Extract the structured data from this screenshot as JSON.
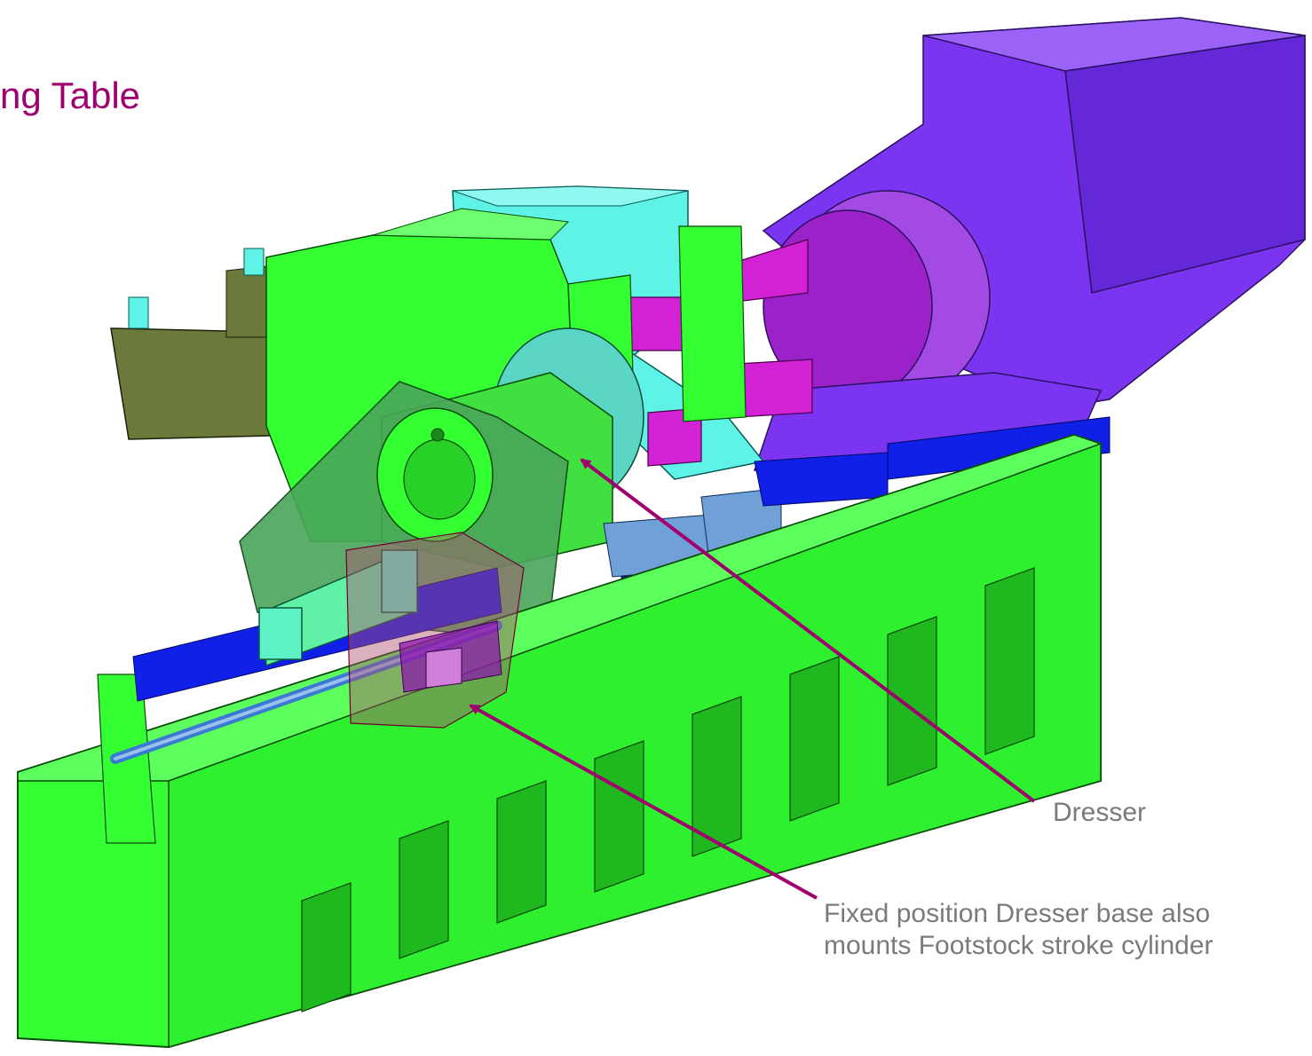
{
  "title": "ng Table",
  "labels": {
    "dresser": "Dresser",
    "base_line1": "Fixed position Dresser base also",
    "base_line2": "mounts Footstock stroke cylinder"
  },
  "colors": {
    "title": "#a0006e",
    "arrow": "#a0006e",
    "label_text": "#7a7a7a",
    "bed_green": "#33ff33",
    "motor_purple": "#7b35f0",
    "cyan_part": "#5ff2e6",
    "magenta_part": "#d321d6",
    "rail_blue": "#1020e8"
  }
}
